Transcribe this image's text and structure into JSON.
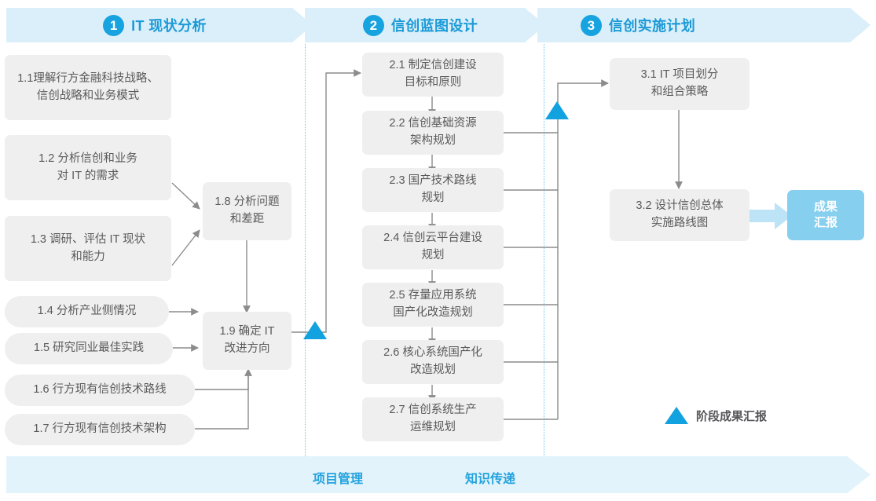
{
  "phases": [
    {
      "num": "1",
      "label": "IT 现状分析"
    },
    {
      "num": "2",
      "label": "信创蓝图设计"
    },
    {
      "num": "3",
      "label": "信创实施计划"
    }
  ],
  "boxes": {
    "b11": "1.1理解行方金融科技战略、\n信创战略和业务模式",
    "b12": "1.2 分析信创和业务\n对 IT 的需求",
    "b13": "1.3 调研、评估 IT 现状\n和能力",
    "b14": "1.4 分析产业侧情况",
    "b15": "1.5 研究同业最佳实践",
    "b16": "1.6 行方现有信创技术路线",
    "b17": "1.7 行方现有信创技术架构",
    "b18": "1.8 分析问题\n和差距",
    "b19": "1.9 确定 IT\n改进方向",
    "b21": "2.1 制定信创建设\n目标和原则",
    "b22": "2.2 信创基础资源\n架构规划",
    "b23": "2.3 国产技术路线\n规划",
    "b24": "2.4 信创云平台建设\n规划",
    "b25": "2.5 存量应用系统\n国产化改造规划",
    "b26": "2.6 核心系统国产化\n改造规划",
    "b27": "2.7 信创系统生产\n运维规划",
    "b31": "3.1 IT 项目划分\n和组合策略",
    "b32": "3.2 设计信创总体\n实施路线图"
  },
  "badge": {
    "text": "成果\n汇报"
  },
  "legend": {
    "text": "阶段成果汇报",
    "icon": "triangle-icon"
  },
  "bottom": {
    "label_left": "项目管理",
    "label_right": "知识传递"
  },
  "colors": {
    "accent": "#17A3E0",
    "band": "#DAEFFA",
    "band_bottom": "#E2F3FB",
    "box": "#EFEFEF",
    "box_text": "#5A5A5A",
    "badge": "#86CFEE",
    "wire": "#8C8C8C",
    "dash": "#6FC4E6"
  }
}
